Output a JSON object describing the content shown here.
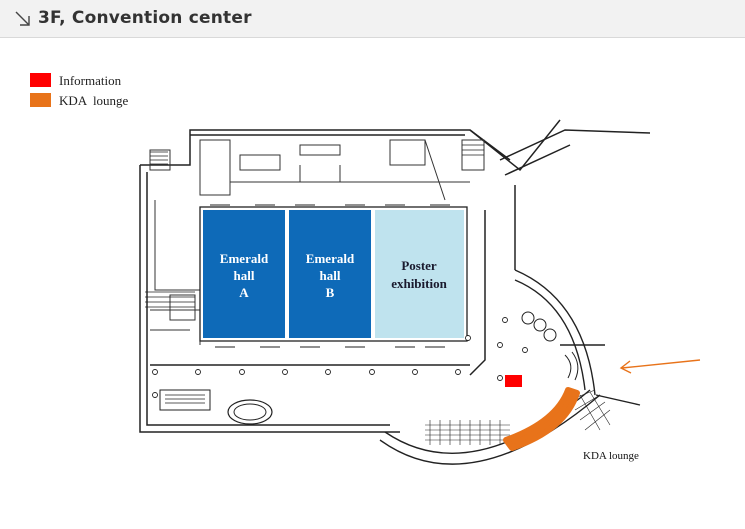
{
  "header": {
    "title": "3F, Convention center",
    "icon": "arrow-down-right-icon"
  },
  "legend": [
    {
      "label": "Information",
      "color": "#ff0000"
    },
    {
      "label": "KDA  lounge",
      "color": "#e8731a"
    }
  ],
  "halls": {
    "emerald_a": {
      "lines": [
        "Emerald",
        "hall",
        "A"
      ],
      "color": "#0e6ab8",
      "text_color": "#ffffff"
    },
    "emerald_b": {
      "lines": [
        "Emerald",
        "hall",
        "B"
      ],
      "color": "#0e6ab8",
      "text_color": "#ffffff"
    },
    "poster": {
      "lines": [
        "Poster",
        "exhibition"
      ],
      "color": "#bfe3ee",
      "text_color": "#1a1a2e"
    }
  },
  "markers": {
    "information_color": "#ff0000",
    "kda_lounge_label": "KDA lounge",
    "kda_lounge_color": "#e8731a",
    "entrance_arrow_color": "#e8731a"
  }
}
